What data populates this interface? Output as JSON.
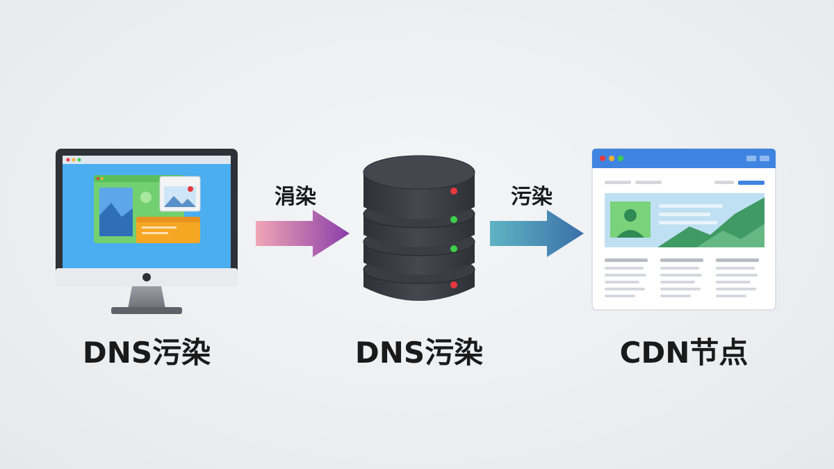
{
  "nodes": [
    {
      "id": "client",
      "label": "DNS污染",
      "icon": "desktop-monitor-icon"
    },
    {
      "id": "dns",
      "label": "DNS污染",
      "icon": "server-stack-icon"
    },
    {
      "id": "cdn",
      "label": "CDN节点",
      "icon": "browser-window-icon"
    }
  ],
  "edges": [
    {
      "from": "client",
      "to": "dns",
      "label": "涓染",
      "color_start": "#f0a6b6",
      "color_end": "#8a3ea8"
    },
    {
      "from": "dns",
      "to": "cdn",
      "label": "污染",
      "color_start": "#5fb4c4",
      "color_end": "#3a6fa8"
    }
  ],
  "colors": {
    "monitor_screen": "#4aaef0",
    "server_body": "#3a3d42",
    "browser_header": "#3f84e0",
    "led_red": "#e8383d",
    "led_green": "#3ccf4a"
  }
}
